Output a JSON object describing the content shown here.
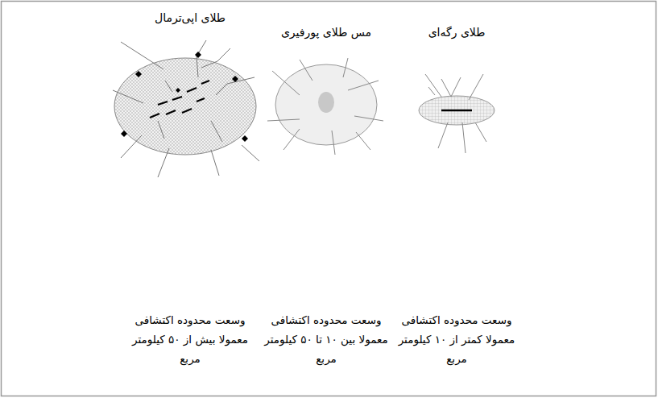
{
  "diagram": {
    "nodes": [
      {
        "text": [
          "طلای رگه‌ای",
          "وسعت محدوده اکتشافی معمولا کمتر از ۱۰ کیلومتر مربع"
        ]
      },
      {
        "text": [
          "مس طلای پورفیری",
          "وسعت محدوده اکتشافی معمولا بین ۱۰ تا ۵۰ کیلومتر مربع"
        ]
      },
      {
        "text": [
          "طلای اپی‌ترمال",
          "وسعت محدوده اکتشافی معمولا بیش از ۵۰ کیلومتر مربع"
        ]
      }
    ]
  }
}
